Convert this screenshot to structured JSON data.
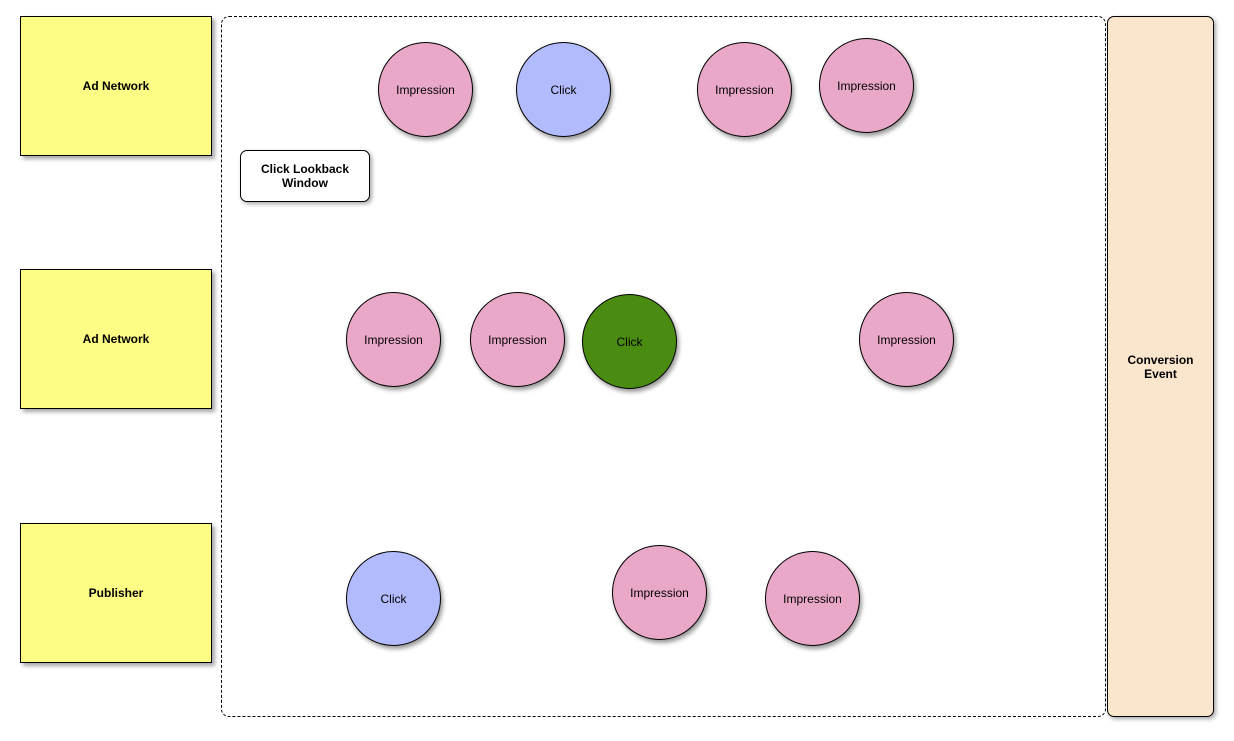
{
  "sources": [
    {
      "label": "Ad Network"
    },
    {
      "label": "Ad Network"
    },
    {
      "label": "Publisher"
    }
  ],
  "lookback_window": {
    "label": "Click Lookback\nWindow"
  },
  "conversion": {
    "label": "Conversion\nEvent"
  },
  "events": [
    {
      "label": "Impression",
      "kind": "impression",
      "row": 0
    },
    {
      "label": "Click",
      "kind": "click",
      "row": 0
    },
    {
      "label": "Impression",
      "kind": "impression",
      "row": 0
    },
    {
      "label": "Impression",
      "kind": "impression",
      "row": 0
    },
    {
      "label": "Impression",
      "kind": "impression",
      "row": 1
    },
    {
      "label": "Impression",
      "kind": "impression",
      "row": 1
    },
    {
      "label": "Click",
      "kind": "click-attributed",
      "row": 1
    },
    {
      "label": "Impression",
      "kind": "impression",
      "row": 1
    },
    {
      "label": "Click",
      "kind": "click",
      "row": 2
    },
    {
      "label": "Impression",
      "kind": "impression",
      "row": 2
    },
    {
      "label": "Impression",
      "kind": "impression",
      "row": 2
    }
  ],
  "colors": {
    "source": "#fdfd85",
    "impression": "#eaa8c9",
    "click": "#b1bbfd",
    "click_attributed": "#4a8b12",
    "conversion": "#f9e6cc"
  }
}
